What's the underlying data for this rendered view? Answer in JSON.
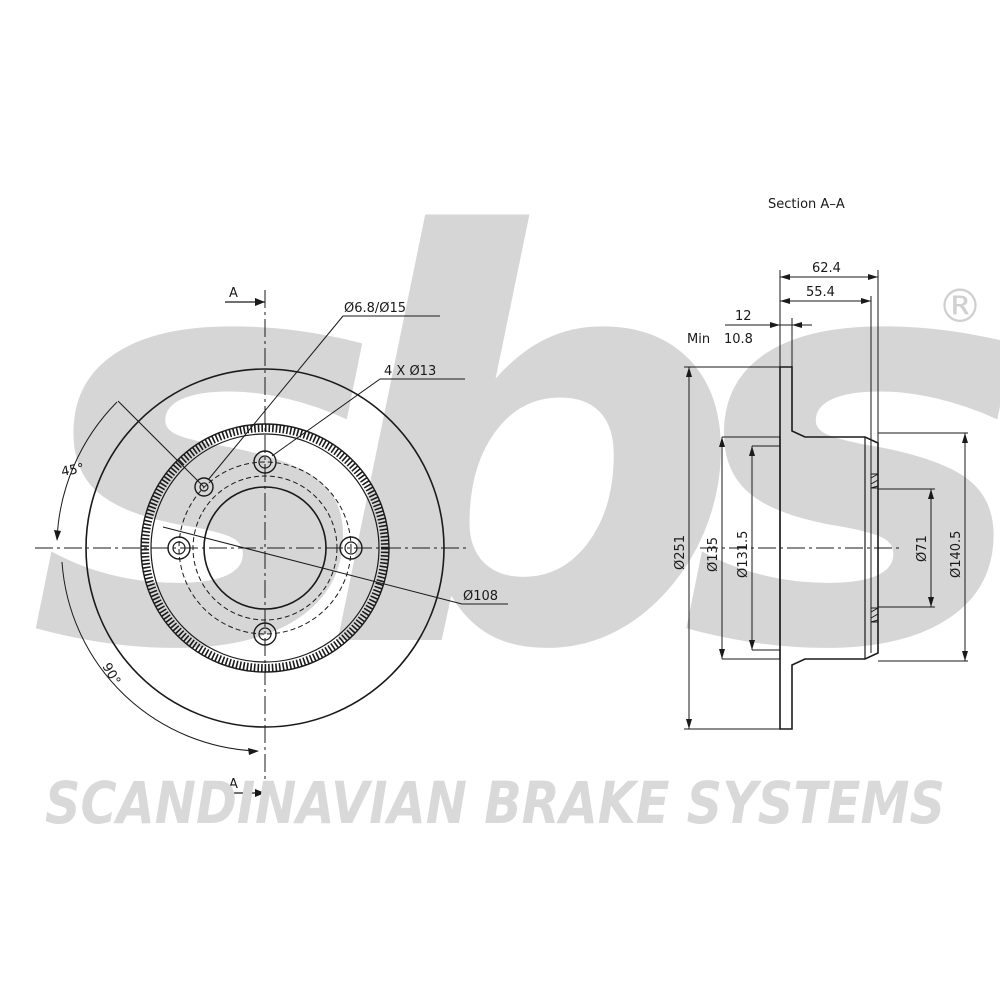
{
  "brand": {
    "logo_text": "sbs",
    "registered_mark": "®",
    "company_name": "SCANDINAVIAN BRAKE SYSTEMS",
    "watermark_color": "#d9d9d9",
    "logo_color": "#d6d6d6"
  },
  "front_view": {
    "section_marker_top": "A",
    "section_marker_bottom": "A",
    "angle_45": "45°",
    "angle_90": "90°",
    "small_hole": "Ø6.8/Ø15",
    "bolt_holes": "4 X Ø13",
    "pcd": "Ø108"
  },
  "section_view": {
    "title": "Section A–A",
    "total_height": "62.4",
    "hat_height": "55.4",
    "thickness": "12",
    "min_label": "Min",
    "min_thickness": "10.8",
    "outer_diameter": "Ø251",
    "hat_outer_diameter": "Ø135",
    "hat_inner_diameter": "Ø131.5",
    "center_bore": "Ø71",
    "hub_diameter": "Ø140.5"
  },
  "colors": {
    "line": "#1a1a1a",
    "background": "#ffffff"
  }
}
